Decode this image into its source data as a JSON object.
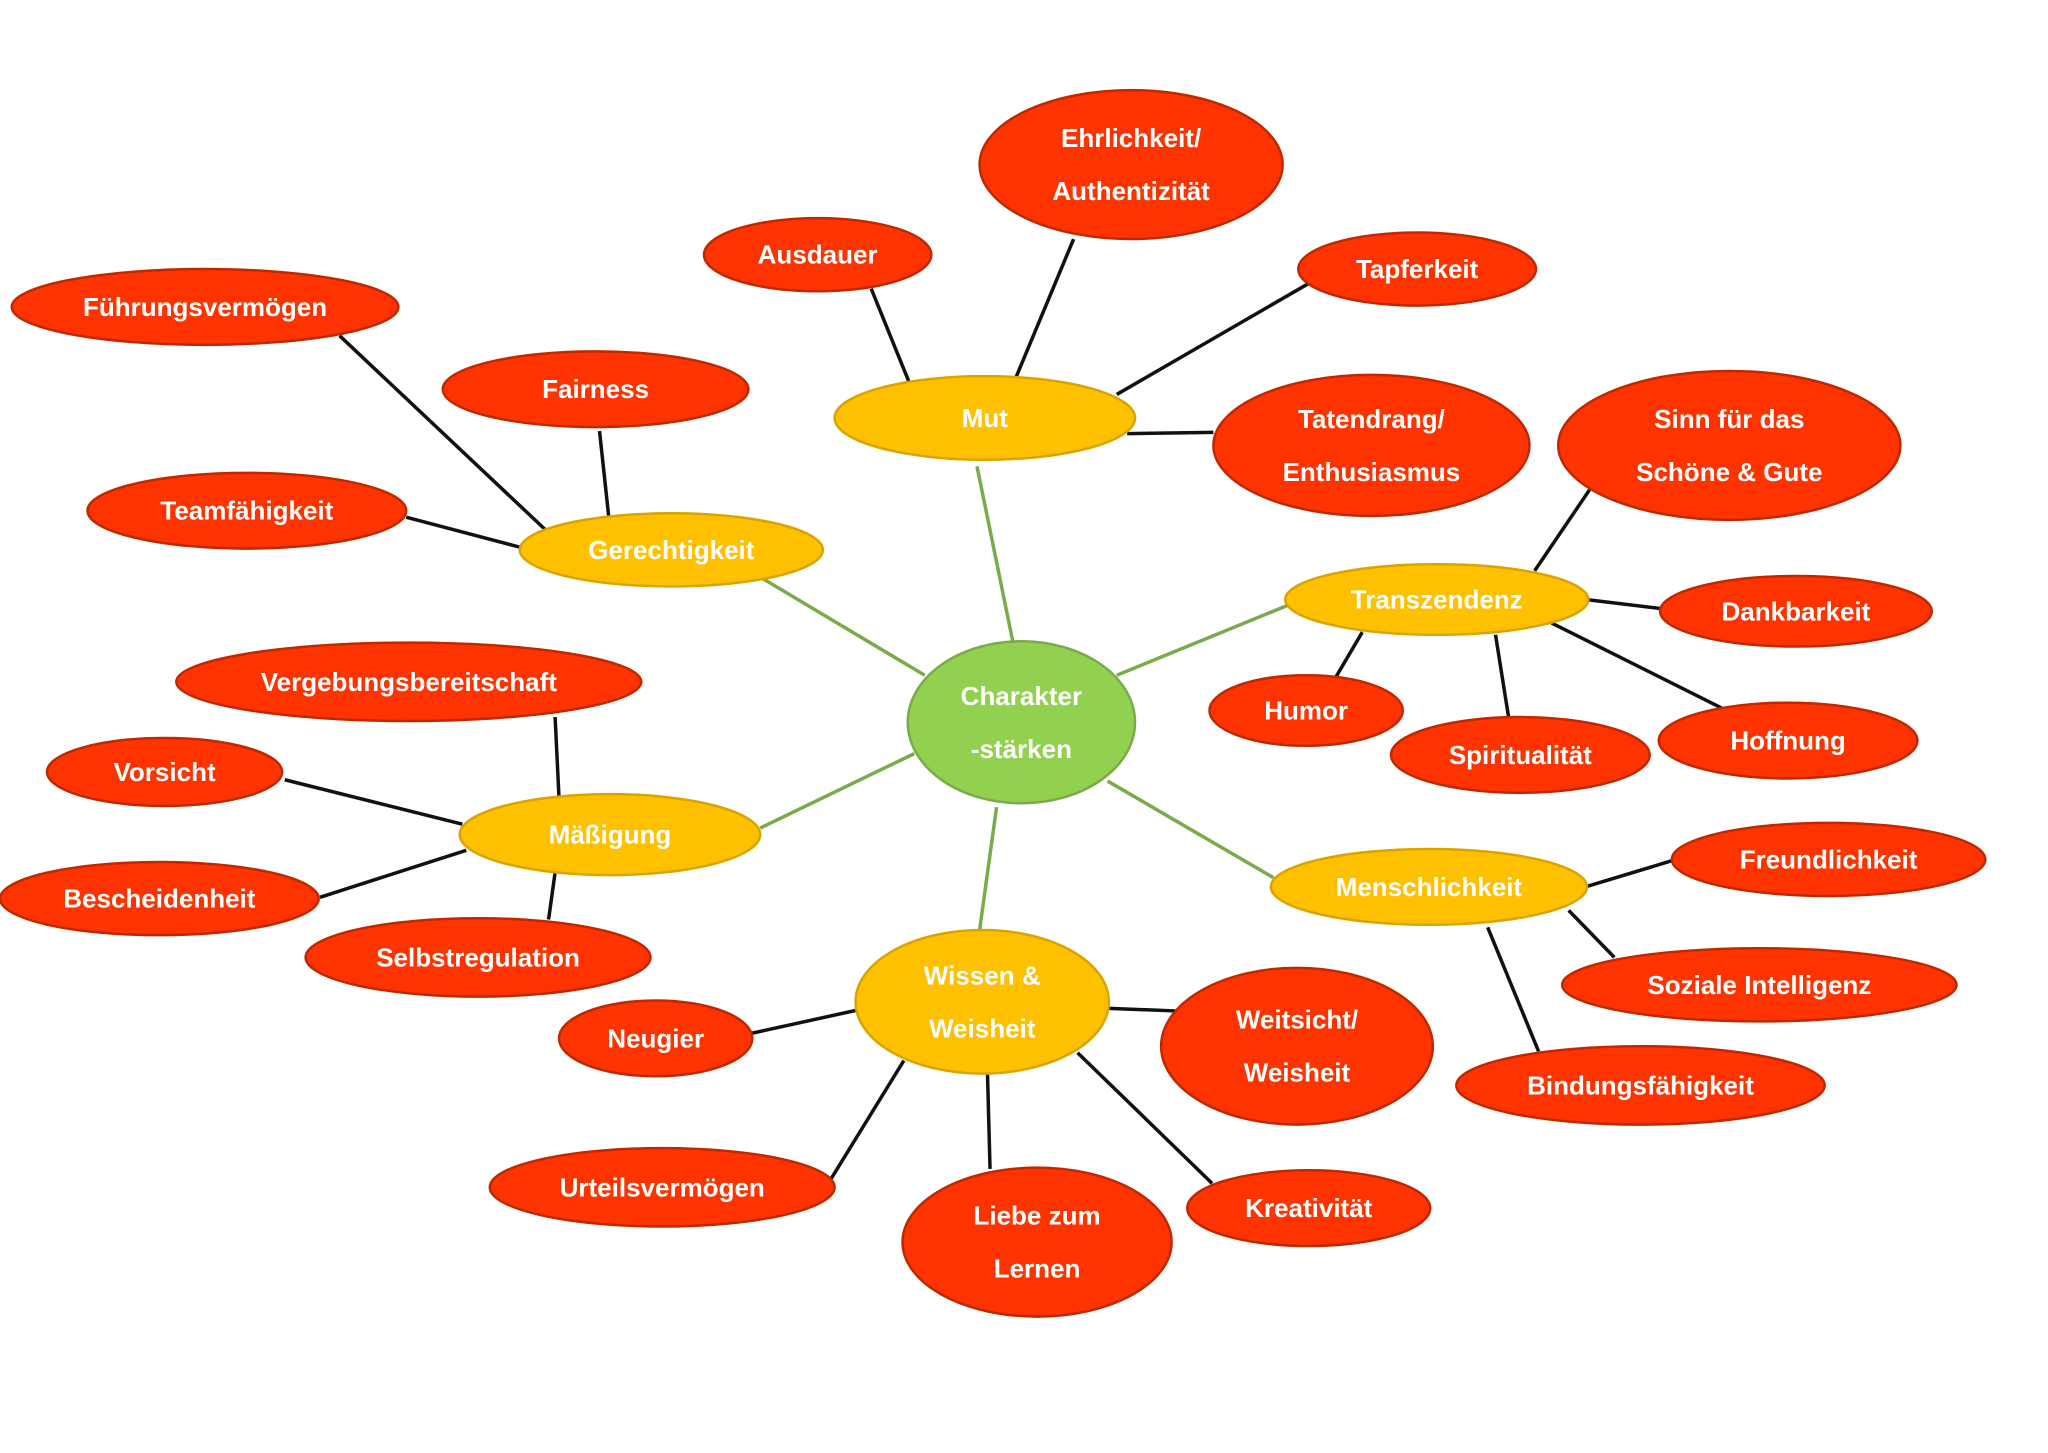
{
  "colors": {
    "center_fill": "#92d050",
    "center_stroke": "#7aab4a",
    "virtue_fill": "#ffc000",
    "virtue_stroke": "#d9a400",
    "strength_fill": "#ff3300",
    "strength_stroke": "#c02800",
    "text": "#ffffff",
    "link_center": "#7aab4a",
    "link_leaf": "#111111"
  },
  "center": {
    "id": "charakterstaerken",
    "lines": [
      "Charakter",
      "-stärken"
    ]
  },
  "virtues": [
    {
      "id": "mut",
      "lines": [
        "Mut"
      ],
      "strengths": [
        {
          "id": "ausdauer",
          "lines": [
            "Ausdauer"
          ]
        },
        {
          "id": "ehrlichkeit",
          "lines": [
            "Ehrlichkeit/",
            "Authentizität"
          ]
        },
        {
          "id": "tapferkeit",
          "lines": [
            "Tapferkeit"
          ]
        },
        {
          "id": "tatendrang",
          "lines": [
            "Tatendrang/",
            "Enthusiasmus"
          ]
        }
      ]
    },
    {
      "id": "gerechtigkeit",
      "lines": [
        "Gerechtigkeit"
      ],
      "strengths": [
        {
          "id": "fuehrungsvermoegen",
          "lines": [
            "Führungsvermögen"
          ]
        },
        {
          "id": "fairness",
          "lines": [
            "Fairness"
          ]
        },
        {
          "id": "teamfaehigkeit",
          "lines": [
            "Teamfähigkeit"
          ]
        }
      ]
    },
    {
      "id": "transzendenz",
      "lines": [
        "Transzendenz"
      ],
      "strengths": [
        {
          "id": "sinn-fuer-das-schoene",
          "lines": [
            "Sinn für das",
            "Schöne & Gute"
          ]
        },
        {
          "id": "dankbarkeit",
          "lines": [
            "Dankbarkeit"
          ]
        },
        {
          "id": "humor",
          "lines": [
            "Humor"
          ]
        },
        {
          "id": "spiritualitaet",
          "lines": [
            "Spiritualität"
          ]
        },
        {
          "id": "hoffnung",
          "lines": [
            "Hoffnung"
          ]
        }
      ]
    },
    {
      "id": "maessigung",
      "lines": [
        "Mäßigung"
      ],
      "strengths": [
        {
          "id": "vergebungsbereitschaft",
          "lines": [
            "Vergebungsbereitschaft"
          ]
        },
        {
          "id": "vorsicht",
          "lines": [
            "Vorsicht"
          ]
        },
        {
          "id": "bescheidenheit",
          "lines": [
            "Bescheidenheit"
          ]
        },
        {
          "id": "selbstregulation",
          "lines": [
            "Selbstregulation"
          ]
        }
      ]
    },
    {
      "id": "menschlichkeit",
      "lines": [
        "Menschlichkeit"
      ],
      "strengths": [
        {
          "id": "freundlichkeit",
          "lines": [
            "Freundlichkeit"
          ]
        },
        {
          "id": "soziale-intelligenz",
          "lines": [
            "Soziale Intelligenz"
          ]
        },
        {
          "id": "bindungsfaehigkeit",
          "lines": [
            "Bindungsfähigkeit"
          ]
        }
      ]
    },
    {
      "id": "wissen-weisheit",
      "lines": [
        "Wissen &",
        "Weisheit"
      ],
      "strengths": [
        {
          "id": "neugier",
          "lines": [
            "Neugier"
          ]
        },
        {
          "id": "weitsicht",
          "lines": [
            "Weitsicht/",
            "Weisheit"
          ]
        },
        {
          "id": "urteilsvermoegen",
          "lines": [
            "Urteilsvermögen"
          ]
        },
        {
          "id": "liebe-zum-lernen",
          "lines": [
            "Liebe zum",
            "Lernen"
          ]
        },
        {
          "id": "kreativitaet",
          "lines": [
            "Kreativität"
          ]
        }
      ]
    }
  ]
}
